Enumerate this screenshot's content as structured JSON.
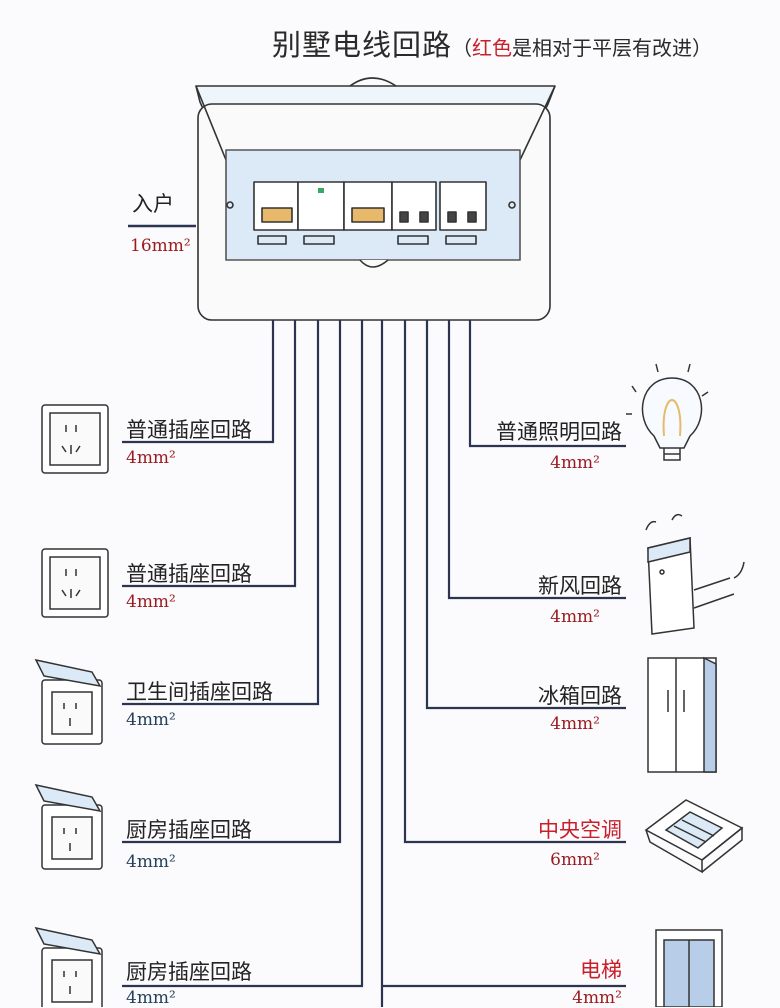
{
  "title": {
    "main": "别墅电线回路",
    "note_open": "（",
    "note_red": "红色",
    "note_rest": "是相对于平层有改进）"
  },
  "colors": {
    "wire": "#2b3450",
    "accent_red": "#c8202a",
    "size_blue": "#24405a",
    "box_glass": "#dbeaf6"
  },
  "incoming": {
    "label": "入户",
    "size": "16mm²"
  },
  "left_circuits": [
    {
      "label": "普通插座回路",
      "size": "4mm²",
      "icon": "socket-icon"
    },
    {
      "label": "普通插座回路",
      "size": "4mm²",
      "icon": "socket-icon"
    },
    {
      "label": "卫生间插座回路",
      "size": "4mm²",
      "icon": "splashproof-socket-icon"
    },
    {
      "label": "厨房插座回路",
      "size": "4mm²",
      "icon": "splashproof-socket-icon"
    },
    {
      "label": "厨房插座回路",
      "size": "4mm²",
      "icon": "splashproof-socket-icon"
    }
  ],
  "right_circuits": [
    {
      "label": "普通照明回路",
      "size": "4mm²",
      "icon": "light-bulb-icon",
      "improved": false
    },
    {
      "label": "新风回路",
      "size": "4mm²",
      "icon": "fresh-air-unit-icon",
      "improved": false
    },
    {
      "label": "冰箱回路",
      "size": "4mm²",
      "icon": "refrigerator-icon",
      "improved": false
    },
    {
      "label": "中央空调",
      "size": "6mm²",
      "icon": "ceiling-air-conditioner-icon",
      "improved": true
    },
    {
      "label": "电梯",
      "size": "4mm²",
      "icon": "elevator-icon",
      "improved": true
    }
  ]
}
